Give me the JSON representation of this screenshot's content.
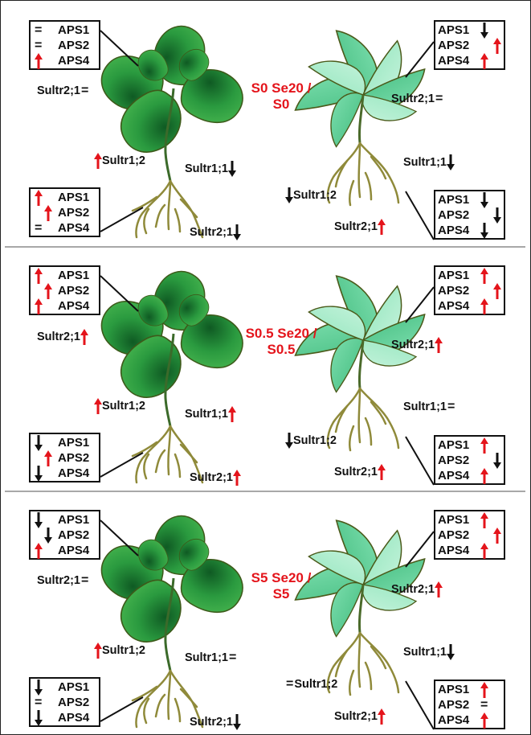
{
  "panels": [
    {
      "condition_line1": "S0 Se20 /",
      "condition_line2": "S0",
      "shoot_aps": [
        {
          "label": "APS1",
          "sym1": "=",
          "sym2": ""
        },
        {
          "label": "APS2",
          "sym1": "=",
          "sym2": ""
        },
        {
          "label": "APS4",
          "sym1": "up-red",
          "sym2": ""
        }
      ],
      "root_aps": [
        {
          "label": "APS1",
          "sym1": "up-red",
          "sym2": ""
        },
        {
          "label": "APS2",
          "sym1": "",
          "sym2": "up-red"
        },
        {
          "label": "APS4",
          "sym1": "=",
          "sym2": ""
        }
      ],
      "shoot_sultr21": {
        "label": "Sultr2;1",
        "sym": "="
      },
      "sultr12": {
        "label": "Sultr1;2",
        "sym": "up-red"
      },
      "sultr11": {
        "label": "Sultr1;1",
        "sym": "down-black"
      },
      "root_sultr21": {
        "label": "Sultr2;1",
        "sym": "down-black"
      },
      "rt_shoot_aps": [
        {
          "label": "APS1",
          "sym1": "down-black",
          "sym2": ""
        },
        {
          "label": "APS2",
          "sym1": "",
          "sym2": "up-red"
        },
        {
          "label": "APS4",
          "sym1": "up-red",
          "sym2": ""
        }
      ],
      "rt_shoot_sultr21": {
        "label": "Sultr2;1",
        "sym": "="
      },
      "rt_sultr11": {
        "label": "Sultr1;1",
        "sym": "down-black"
      },
      "rt_sultr12": {
        "label": "Sultr1;2",
        "sym": "down-black"
      },
      "rt_root_sultr21": {
        "label": "Sultr2;1",
        "sym": "up-red"
      },
      "rt_root_aps": [
        {
          "label": "APS1",
          "sym1": "down-black",
          "sym2": ""
        },
        {
          "label": "APS2",
          "sym1": "",
          "sym2": "down-black"
        },
        {
          "label": "APS4",
          "sym1": "down-black",
          "sym2": ""
        }
      ]
    },
    {
      "condition_line1": "S0.5 Se20 /",
      "condition_line2": "S0.5",
      "shoot_aps": [
        {
          "label": "APS1",
          "sym1": "up-red",
          "sym2": ""
        },
        {
          "label": "APS2",
          "sym1": "",
          "sym2": "up-red"
        },
        {
          "label": "APS4",
          "sym1": "up-red",
          "sym2": ""
        }
      ],
      "root_aps": [
        {
          "label": "APS1",
          "sym1": "down-black",
          "sym2": ""
        },
        {
          "label": "APS2",
          "sym1": "",
          "sym2": "up-red"
        },
        {
          "label": "APS4",
          "sym1": "down-black",
          "sym2": ""
        }
      ],
      "shoot_sultr21": {
        "label": "Sultr2;1",
        "sym": "up-red"
      },
      "sultr12": {
        "label": "Sultr1;2",
        "sym": "up-red"
      },
      "sultr11": {
        "label": "Sultr1;1",
        "sym": "up-red"
      },
      "root_sultr21": {
        "label": "Sultr2;1",
        "sym": "up-red"
      },
      "rt_shoot_aps": [
        {
          "label": "APS1",
          "sym1": "up-red",
          "sym2": ""
        },
        {
          "label": "APS2",
          "sym1": "",
          "sym2": "up-red"
        },
        {
          "label": "APS4",
          "sym1": "up-red",
          "sym2": ""
        }
      ],
      "rt_shoot_sultr21": {
        "label": "Sultr2;1",
        "sym": "up-red"
      },
      "rt_sultr11": {
        "label": "Sultr1;1",
        "sym": "="
      },
      "rt_sultr12": {
        "label": "Sultr1;2",
        "sym": "down-black"
      },
      "rt_root_sultr21": {
        "label": "Sultr2;1",
        "sym": "up-red"
      },
      "rt_root_aps": [
        {
          "label": "APS1",
          "sym1": "up-red",
          "sym2": ""
        },
        {
          "label": "APS2",
          "sym1": "",
          "sym2": "down-black"
        },
        {
          "label": "APS4",
          "sym1": "up-red",
          "sym2": ""
        }
      ]
    },
    {
      "condition_line1": "S5 Se20 /",
      "condition_line2": "S5",
      "shoot_aps": [
        {
          "label": "APS1",
          "sym1": "down-black",
          "sym2": ""
        },
        {
          "label": "APS2",
          "sym1": "",
          "sym2": "down-black"
        },
        {
          "label": "APS4",
          "sym1": "up-red",
          "sym2": ""
        }
      ],
      "root_aps": [
        {
          "label": "APS1",
          "sym1": "down-black",
          "sym2": ""
        },
        {
          "label": "APS2",
          "sym1": "=",
          "sym2": ""
        },
        {
          "label": "APS4",
          "sym1": "down-black",
          "sym2": ""
        }
      ],
      "shoot_sultr21": {
        "label": "Sultr2;1",
        "sym": "="
      },
      "sultr12": {
        "label": "Sultr1;2",
        "sym": "up-red"
      },
      "sultr11": {
        "label": "Sultr1;1",
        "sym": "="
      },
      "root_sultr21": {
        "label": "Sultr2;1",
        "sym": "down-black"
      },
      "rt_shoot_aps": [
        {
          "label": "APS1",
          "sym1": "up-red",
          "sym2": ""
        },
        {
          "label": "APS2",
          "sym1": "",
          "sym2": "up-red"
        },
        {
          "label": "APS4",
          "sym1": "up-red",
          "sym2": ""
        }
      ],
      "rt_shoot_sultr21": {
        "label": "Sultr2;1",
        "sym": "up-red"
      },
      "rt_sultr11": {
        "label": "Sultr1;1",
        "sym": "down-black"
      },
      "rt_sultr12": {
        "label": "Sultr1;2",
        "sym": "="
      },
      "rt_root_sultr21": {
        "label": "Sultr2;1",
        "sym": "up-red"
      },
      "rt_root_aps": [
        {
          "label": "APS1",
          "sym1": "up-red",
          "sym2": ""
        },
        {
          "label": "APS2",
          "sym1": "=",
          "sym2": ""
        },
        {
          "label": "APS4",
          "sym1": "up-red",
          "sym2": ""
        }
      ]
    }
  ],
  "colors": {
    "up_arrow": "#e4141b",
    "down_arrow": "#111111",
    "left_plant_leaf": "#1f8a3a",
    "right_plant_leaf": "#5fcf96",
    "stem_root": "#8f8a3a",
    "condition_text": "#e4141b"
  }
}
